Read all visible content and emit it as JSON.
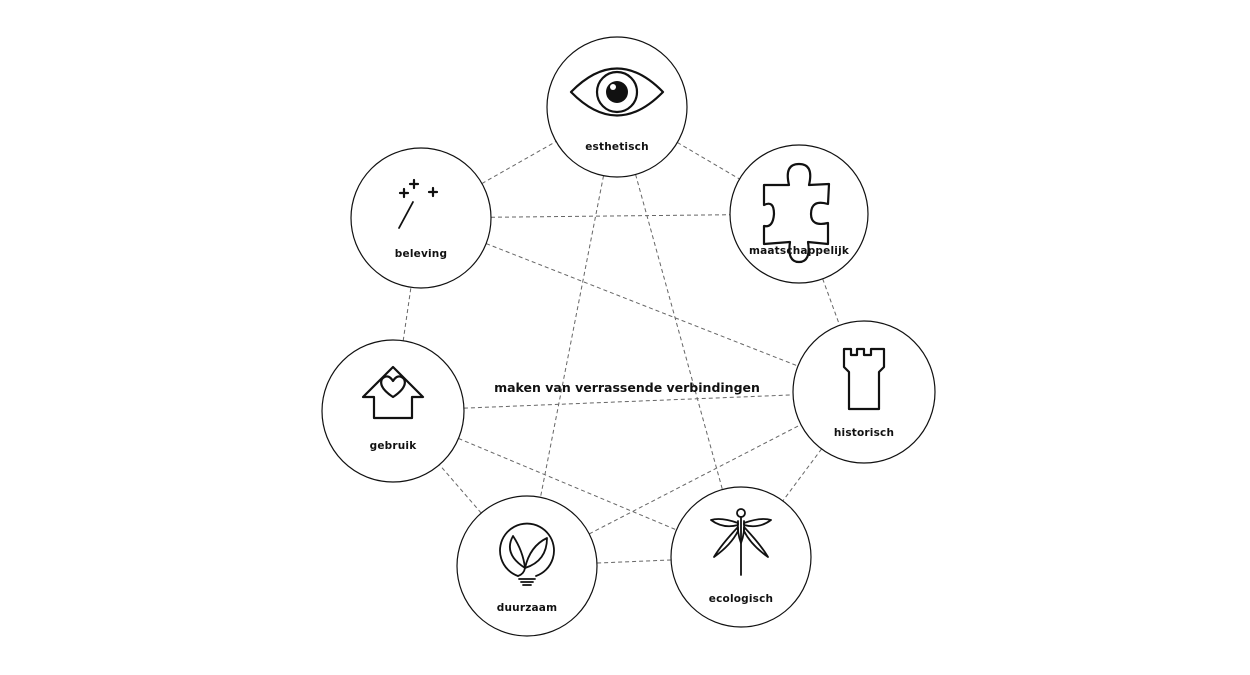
{
  "center_text": "maken van verrassende verbindingen",
  "nodes": [
    {
      "id": "esthetisch",
      "label": "esthetisch",
      "icon": "eye-icon"
    },
    {
      "id": "maatschappelijk",
      "label": "maatschappelijk",
      "icon": "puzzle-piece-icon"
    },
    {
      "id": "historisch",
      "label": "historisch",
      "icon": "tower-icon"
    },
    {
      "id": "ecologisch",
      "label": "ecologisch",
      "icon": "dragonfly-icon"
    },
    {
      "id": "duurzaam",
      "label": "duurzaam",
      "icon": "leaf-bulb-icon"
    },
    {
      "id": "gebruik",
      "label": "gebruik",
      "icon": "house-heart-icon"
    },
    {
      "id": "beleving",
      "label": "beleving",
      "icon": "magic-wand-icon"
    }
  ],
  "connections": [
    [
      "esthetisch",
      "maatschappelijk"
    ],
    [
      "maatschappelijk",
      "historisch"
    ],
    [
      "historisch",
      "ecologisch"
    ],
    [
      "ecologisch",
      "duurzaam"
    ],
    [
      "duurzaam",
      "gebruik"
    ],
    [
      "gebruik",
      "beleving"
    ],
    [
      "beleving",
      "esthetisch"
    ],
    [
      "beleving",
      "maatschappelijk"
    ],
    [
      "beleving",
      "historisch"
    ],
    [
      "esthetisch",
      "duurzaam"
    ],
    [
      "esthetisch",
      "ecologisch"
    ],
    [
      "gebruik",
      "historisch"
    ],
    [
      "gebruik",
      "ecologisch"
    ],
    [
      "duurzaam",
      "historisch"
    ]
  ]
}
